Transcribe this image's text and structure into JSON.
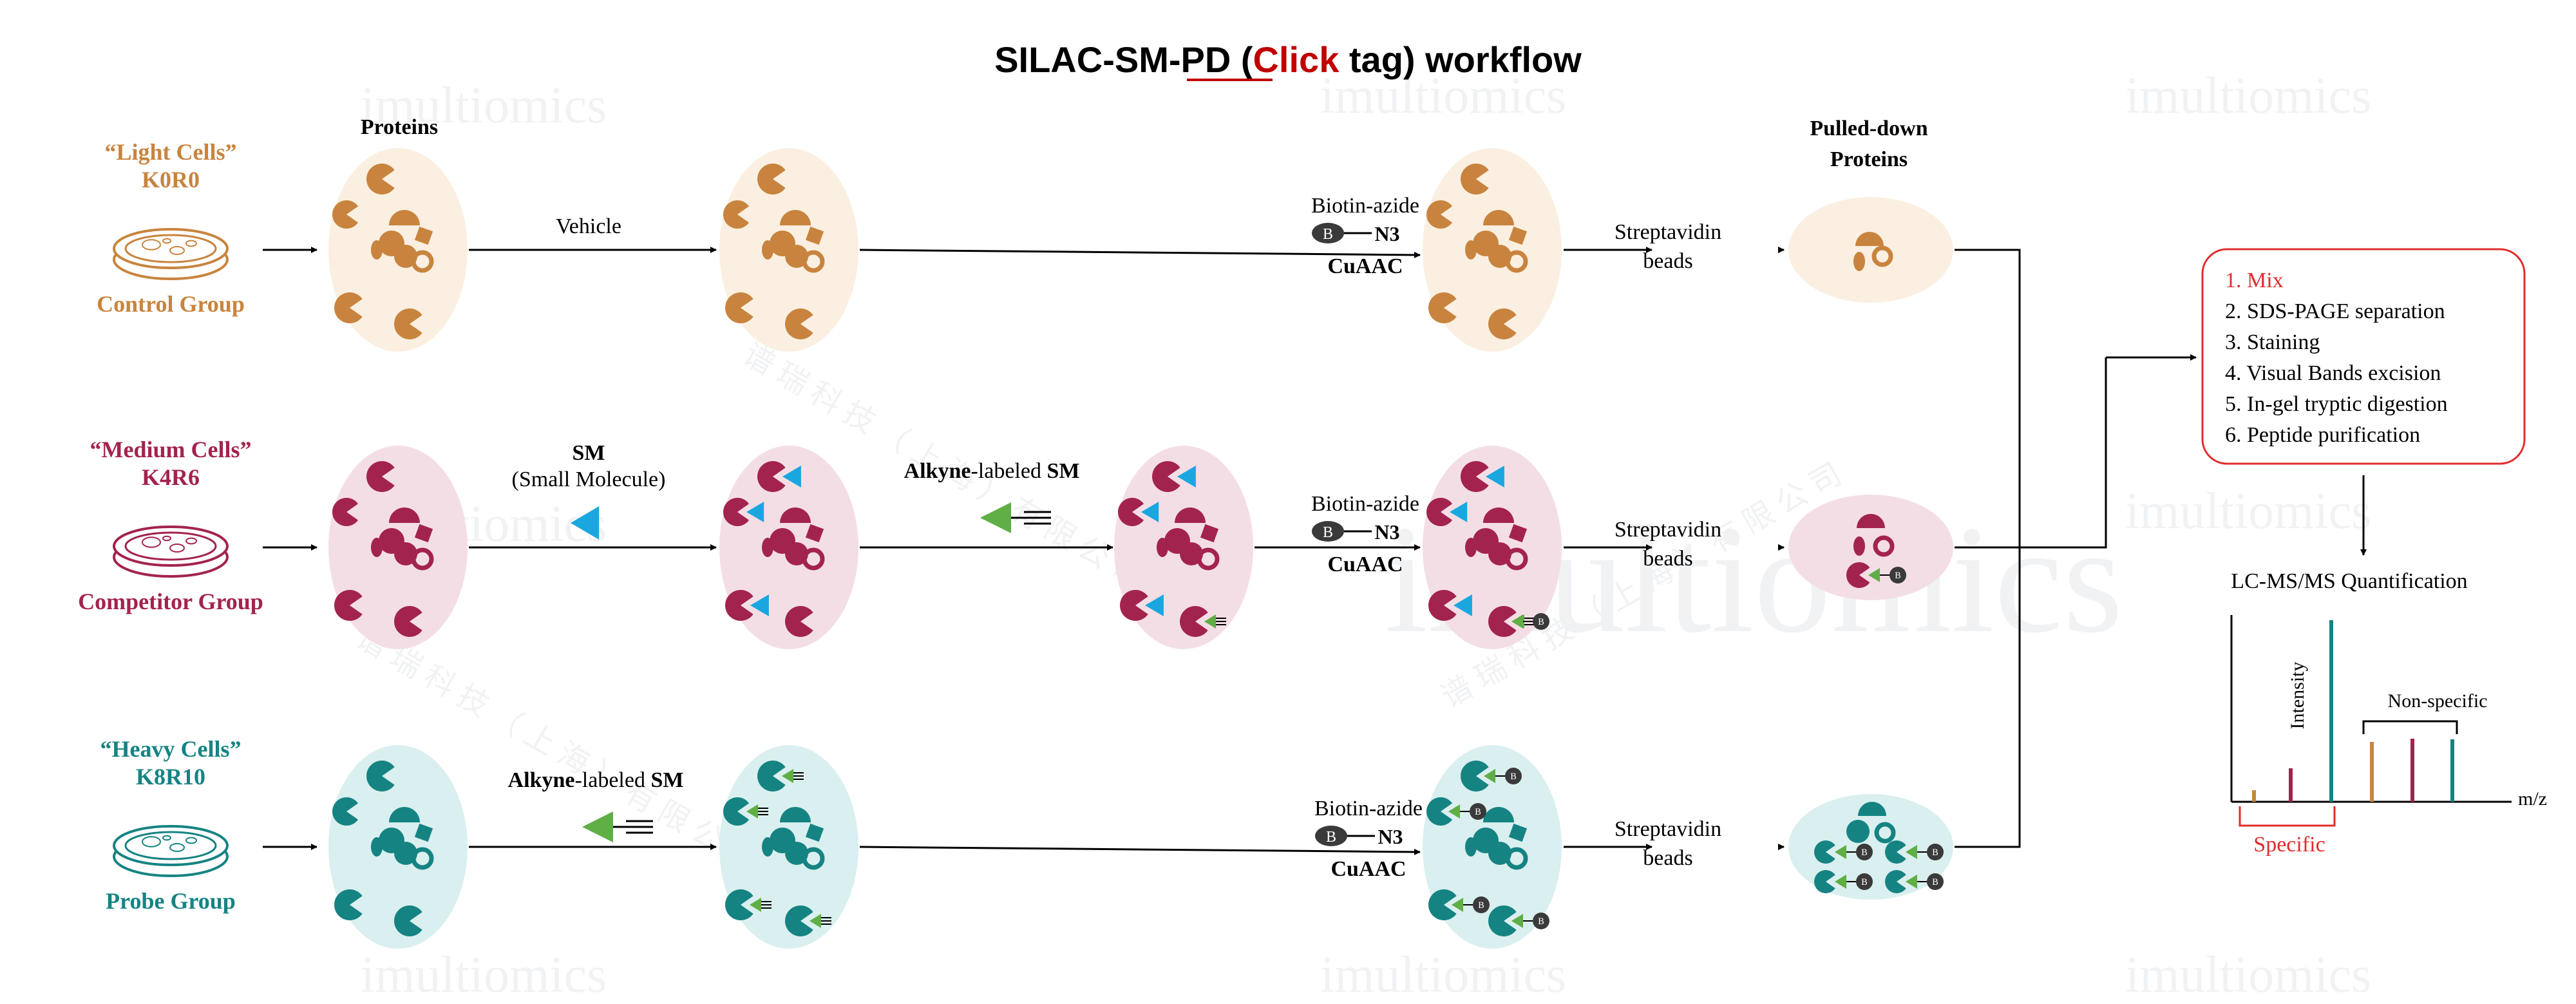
{
  "title": {
    "prefix": "SILAC-SM-PD (",
    "highlight": "Click",
    "suffix": " tag) workflow",
    "highlight_color": "#c00000"
  },
  "watermark": {
    "text": "imultiomics",
    "cn": "谱 瑞 科 技 （ 上 海 ） 有 限 公 司"
  },
  "headers": {
    "proteins": "Proteins",
    "pulled_line1": "Pulled-down",
    "pulled_line2": "Proteins"
  },
  "groups": [
    {
      "key": "light",
      "cells": "“Light Cells”",
      "code": "K0R0",
      "group": "Control Group",
      "color": "#c8843e",
      "fill": "#fbefe1"
    },
    {
      "key": "medium",
      "cells": "“Medium Cells”",
      "code": "K4R6",
      "group": "Competitor Group",
      "color": "#a3234f",
      "fill": "#f4dee5"
    },
    {
      "key": "heavy",
      "cells": "“Heavy Cells”",
      "code": "K8R10",
      "group": "Probe Group",
      "color": "#168383",
      "fill": "#daefef"
    }
  ],
  "labels": {
    "vehicle": "Vehicle",
    "sm": "SM",
    "sm_full": "(Small Molecule)",
    "alkyne": "Alkyne",
    "labeled_sm_prefix": "-labeled ",
    "labeled_sm_bold": "SM",
    "biotin_azide": "Biotin-azide",
    "b": "B",
    "n3": "N3",
    "cuaac": "CuAAC",
    "streptavidin": "Streptavidin",
    "beads": "beads"
  },
  "steps": [
    "1.   Mix",
    "2.   SDS-PAGE separation",
    "3.   Staining",
    "4.   Visual Bands excision",
    "5.   In-gel tryptic digestion",
    "6.   Peptide purification"
  ],
  "ms": {
    "title": "LC-MS/MS Quantification",
    "ylabel": "Intensity",
    "xlabel": "m/z",
    "nonspecific": "Non-specific",
    "specific": "Specific"
  },
  "colors": {
    "triangle": "#1aa7e0",
    "probe": "#5fae46",
    "biotin": "#3a3a3a",
    "accent": "#e12c2c"
  }
}
